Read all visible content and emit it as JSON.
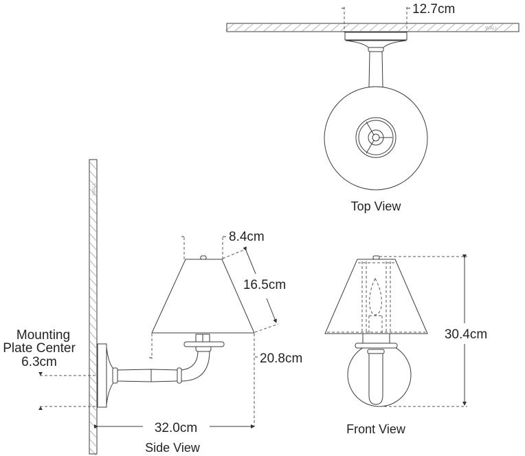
{
  "top_view": {
    "label": "Top View",
    "width_dim": "12.7cm",
    "wall_label": "WALL"
  },
  "side_view": {
    "label": "Side View",
    "wall_label": "WALL",
    "shade_top_dim": "8.4cm",
    "shade_slant_dim": "16.5cm",
    "height_dim": "20.8cm",
    "projection_dim": "32.0cm",
    "mounting_label_1": "Mounting",
    "mounting_label_2": "Plate Center",
    "mounting_value": "6.3cm"
  },
  "front_view": {
    "label": "Front View",
    "height_dim": "30.4cm"
  }
}
